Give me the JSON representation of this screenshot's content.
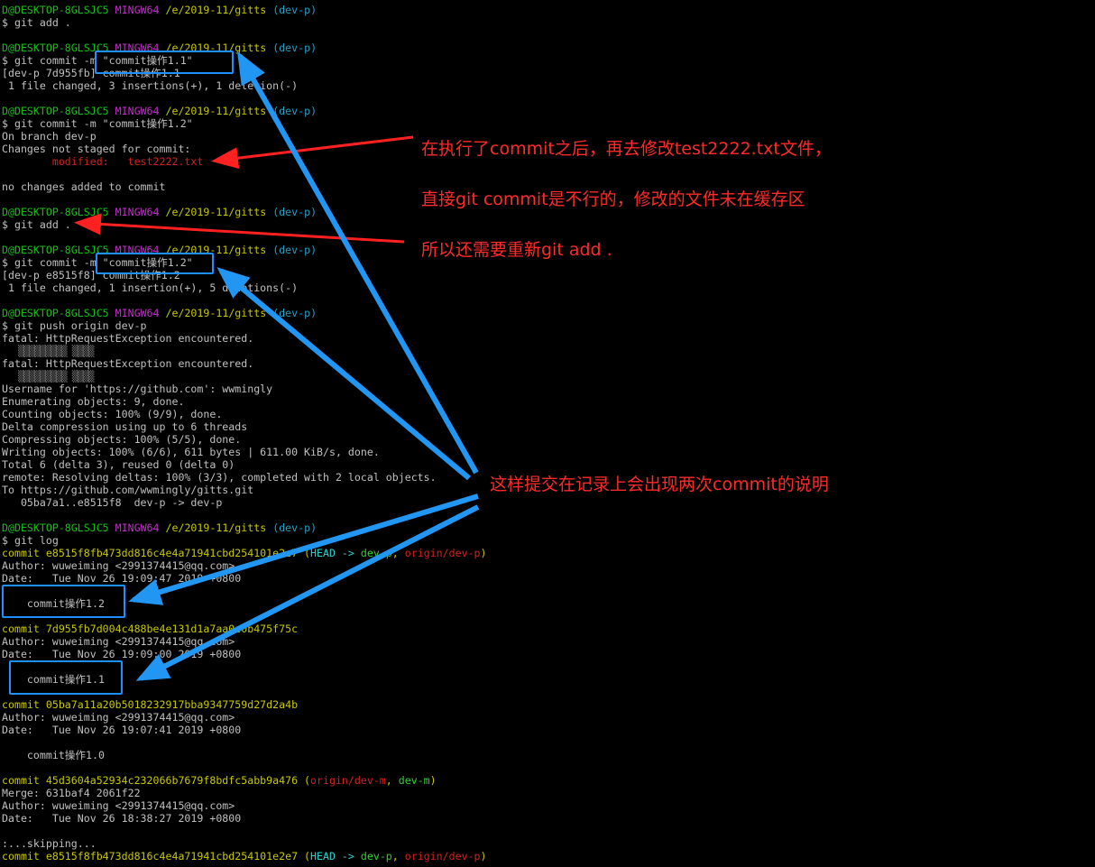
{
  "terminal": {
    "lines": [
      {
        "type": "prompt",
        "user": "D@DESKTOP-8GLSJC5",
        "shell": "MINGW64",
        "path": "/e/2019-11/gitts",
        "branch": "(dev-p)"
      },
      {
        "type": "text",
        "text": "$ git add ."
      },
      {
        "type": "blank"
      },
      {
        "type": "prompt",
        "user": "D@DESKTOP-8GLSJC5",
        "shell": "MINGW64",
        "path": "/e/2019-11/gitts",
        "branch": "(dev-p)"
      },
      {
        "type": "text",
        "text": "$ git commit -m \"commit操作1.1\""
      },
      {
        "type": "text",
        "text": "[dev-p 7d955fb] commit操作1.1"
      },
      {
        "type": "text",
        "text": " 1 file changed, 3 insertions(+), 1 deletion(-)"
      },
      {
        "type": "blank"
      },
      {
        "type": "prompt",
        "user": "D@DESKTOP-8GLSJC5",
        "shell": "MINGW64",
        "path": "/e/2019-11/gitts",
        "branch": "(dev-p)"
      },
      {
        "type": "text",
        "text": "$ git commit -m \"commit操作1.2\""
      },
      {
        "type": "text",
        "text": "On branch dev-p"
      },
      {
        "type": "text",
        "text": "Changes not staged for commit:"
      },
      {
        "type": "modified",
        "label": "        modified:   ",
        "file": "test2222.txt"
      },
      {
        "type": "blank"
      },
      {
        "type": "text",
        "text": "no changes added to commit"
      },
      {
        "type": "blank"
      },
      {
        "type": "prompt",
        "user": "D@DESKTOP-8GLSJC5",
        "shell": "MINGW64",
        "path": "/e/2019-11/gitts",
        "branch": "(dev-p)"
      },
      {
        "type": "text",
        "text": "$ git add ."
      },
      {
        "type": "blank"
      },
      {
        "type": "prompt",
        "user": "D@DESKTOP-8GLSJC5",
        "shell": "MINGW64",
        "path": "/e/2019-11/gitts",
        "branch": "(dev-p)"
      },
      {
        "type": "text",
        "text": "$ git commit -m \"commit操作1.2\""
      },
      {
        "type": "text",
        "text": "[dev-p e8515f8] commit操作1.2"
      },
      {
        "type": "text",
        "text": " 1 file changed, 1 insertion(+), 5 deletions(-)"
      },
      {
        "type": "blank"
      },
      {
        "type": "prompt",
        "user": "D@DESKTOP-8GLSJC5",
        "shell": "MINGW64",
        "path": "/e/2019-11/gitts",
        "branch": "(dev-p)"
      },
      {
        "type": "text",
        "text": "$ git push origin dev-p"
      },
      {
        "type": "text",
        "text": "fatal: HttpRequestException encountered."
      },
      {
        "type": "garbled",
        "text": "   ▒▒▒▒▒▒▒▒▒ ▒▒▒▒"
      },
      {
        "type": "text",
        "text": "fatal: HttpRequestException encountered."
      },
      {
        "type": "garbled",
        "text": "   ▒▒▒▒▒▒▒▒▒ ▒▒▒▒"
      },
      {
        "type": "text",
        "text": "Username for 'https://github.com': wwmingly"
      },
      {
        "type": "text",
        "text": "Enumerating objects: 9, done."
      },
      {
        "type": "text",
        "text": "Counting objects: 100% (9/9), done."
      },
      {
        "type": "text",
        "text": "Delta compression using up to 6 threads"
      },
      {
        "type": "text",
        "text": "Compressing objects: 100% (5/5), done."
      },
      {
        "type": "text",
        "text": "Writing objects: 100% (6/6), 611 bytes | 611.00 KiB/s, done."
      },
      {
        "type": "text",
        "text": "Total 6 (delta 3), reused 0 (delta 0)"
      },
      {
        "type": "text",
        "text": "remote: Resolving deltas: 100% (3/3), completed with 2 local objects."
      },
      {
        "type": "text",
        "text": "To https://github.com/wwmingly/gitts.git"
      },
      {
        "type": "text",
        "text": "   05ba7a1..e8515f8  dev-p -> dev-p"
      },
      {
        "type": "blank"
      },
      {
        "type": "prompt",
        "user": "D@DESKTOP-8GLSJC5",
        "shell": "MINGW64",
        "path": "/e/2019-11/gitts",
        "branch": "(dev-p)"
      },
      {
        "type": "text",
        "text": "$ git log"
      },
      {
        "type": "commit",
        "hash": "commit e8515f8fb473dd816c4e4a71941cbd254101e2e7",
        "refs": [
          {
            "t": " (",
            "c": "y"
          },
          {
            "t": "HEAD -> ",
            "c": "cy"
          },
          {
            "t": "dev-p",
            "c": "grn"
          },
          {
            "t": ", ",
            "c": "y"
          },
          {
            "t": "origin/dev-p",
            "c": "r"
          },
          {
            "t": ")",
            "c": "y"
          }
        ]
      },
      {
        "type": "text",
        "text": "Author: wuweiming <2991374415@qq.com>"
      },
      {
        "type": "text",
        "text": "Date:   Tue Nov 26 19:09:47 2019 +0800"
      },
      {
        "type": "blank"
      },
      {
        "type": "text",
        "text": "    commit操作1.2"
      },
      {
        "type": "blank"
      },
      {
        "type": "commit",
        "hash": "commit 7d955fb7d004c488be4e131d1a7aa0c0b475f75c",
        "refs": []
      },
      {
        "type": "text",
        "text": "Author: wuweiming <2991374415@qq.com>"
      },
      {
        "type": "text",
        "text": "Date:   Tue Nov 26 19:09:00 2019 +0800"
      },
      {
        "type": "blank"
      },
      {
        "type": "text",
        "text": "    commit操作1.1"
      },
      {
        "type": "blank"
      },
      {
        "type": "commit",
        "hash": "commit 05ba7a11a20b5018232917bba9347759d27d2a4b",
        "refs": []
      },
      {
        "type": "text",
        "text": "Author: wuweiming <2991374415@qq.com>"
      },
      {
        "type": "text",
        "text": "Date:   Tue Nov 26 19:07:41 2019 +0800"
      },
      {
        "type": "blank"
      },
      {
        "type": "text",
        "text": "    commit操作1.0"
      },
      {
        "type": "blank"
      },
      {
        "type": "commit",
        "hash": "commit 45d3604a52934c232066b7679f8bdfc5abb9a476",
        "refs": [
          {
            "t": " (",
            "c": "y"
          },
          {
            "t": "origin/dev-m",
            "c": "r"
          },
          {
            "t": ", ",
            "c": "y"
          },
          {
            "t": "dev-m",
            "c": "grn"
          },
          {
            "t": ")",
            "c": "y"
          }
        ]
      },
      {
        "type": "text",
        "text": "Merge: 631baf4 2061f22"
      },
      {
        "type": "text",
        "text": "Author: wuweiming <2991374415@qq.com>"
      },
      {
        "type": "text",
        "text": "Date:   Tue Nov 26 18:38:27 2019 +0800"
      },
      {
        "type": "blank"
      },
      {
        "type": "text",
        "text": ":...skipping..."
      },
      {
        "type": "commit",
        "hash": "commit e8515f8fb473dd816c4e4a71941cbd254101e2e7",
        "refs": [
          {
            "t": " (",
            "c": "y"
          },
          {
            "t": "HEAD -> ",
            "c": "cy"
          },
          {
            "t": "dev-p",
            "c": "grn"
          },
          {
            "t": ", ",
            "c": "y"
          },
          {
            "t": "origin/dev-p",
            "c": "r"
          },
          {
            "t": ")",
            "c": "y"
          }
        ]
      }
    ]
  },
  "annotations": {
    "note1": "在执行了commit之后，再去修改test2222.txt文件，",
    "note2": "直接git commit是不行的，修改的文件未在缓存区",
    "note3": "所以还需要重新git add .",
    "note4": "这样提交在记录上会出现两次commit的说明"
  },
  "colors": {
    "background": "#000000",
    "prompt_user": "#13c113",
    "prompt_shell": "#c030c8",
    "prompt_path": "#c8c800",
    "prompt_branch": "#1fa0c8",
    "modified": "#d52020",
    "annotation_text": "#ff2a2a",
    "annotation_box": "#1e90ff"
  }
}
